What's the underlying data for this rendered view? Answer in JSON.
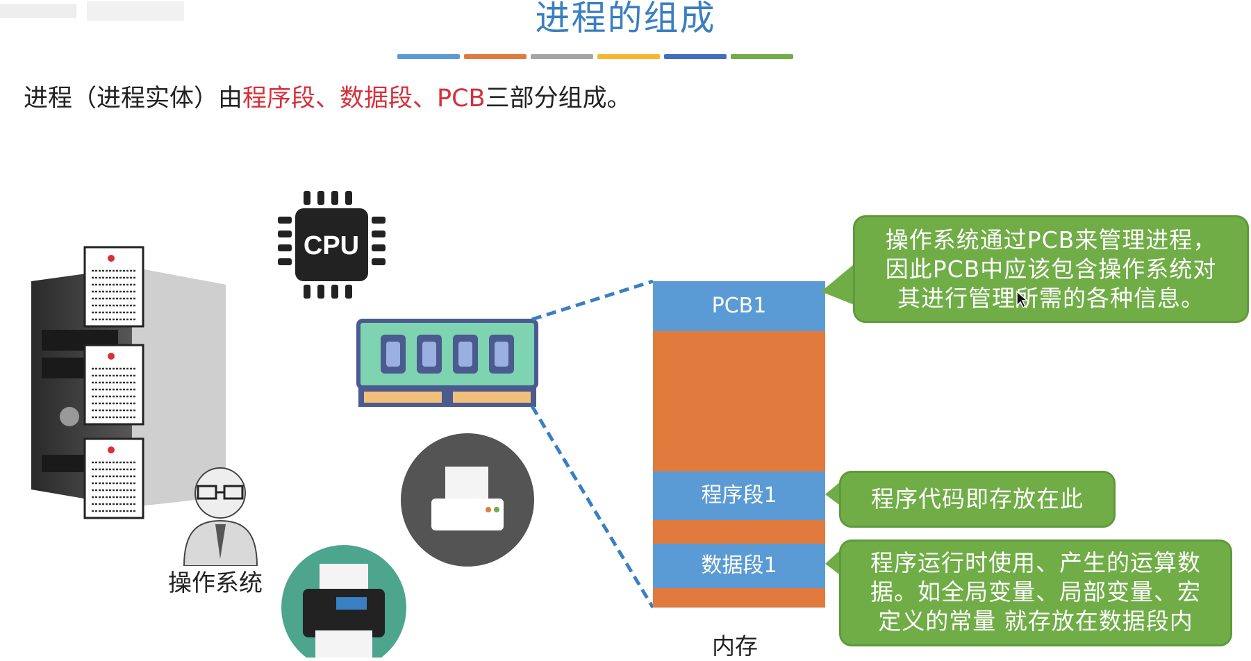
{
  "title": "进程的组成",
  "subtitle": {
    "part1": "进程（进程实体）由",
    "part2": "程序段、数据段、PCB",
    "part3": "三部分组成。"
  },
  "accent_colors": [
    "#5b9bd5",
    "#e07b3d",
    "#a5a5a5",
    "#f5b72e",
    "#3f6fbf",
    "#70ad47"
  ],
  "memory": {
    "label": "内存",
    "pcb": "PCB1",
    "program": "程序段1",
    "data": "数据段1"
  },
  "callouts": {
    "pcb": [
      "操作系统通过PCB来管理进程，",
      "因此PCB中应该包含操作系统对",
      "其进行管理所需的各种信息。"
    ],
    "program": [
      "程序代码即存放在此"
    ],
    "data": [
      "程序运行时使用、产生的运算数",
      "据。如全局变量、局部变量、宏",
      "定义的常量 就存放在数据段内"
    ]
  },
  "cpu_label": "CPU",
  "os_label": "操作系统",
  "icons": [
    "server-icon",
    "document-icon",
    "cpu-icon",
    "ram-icon",
    "printer-icon",
    "operator-icon"
  ]
}
